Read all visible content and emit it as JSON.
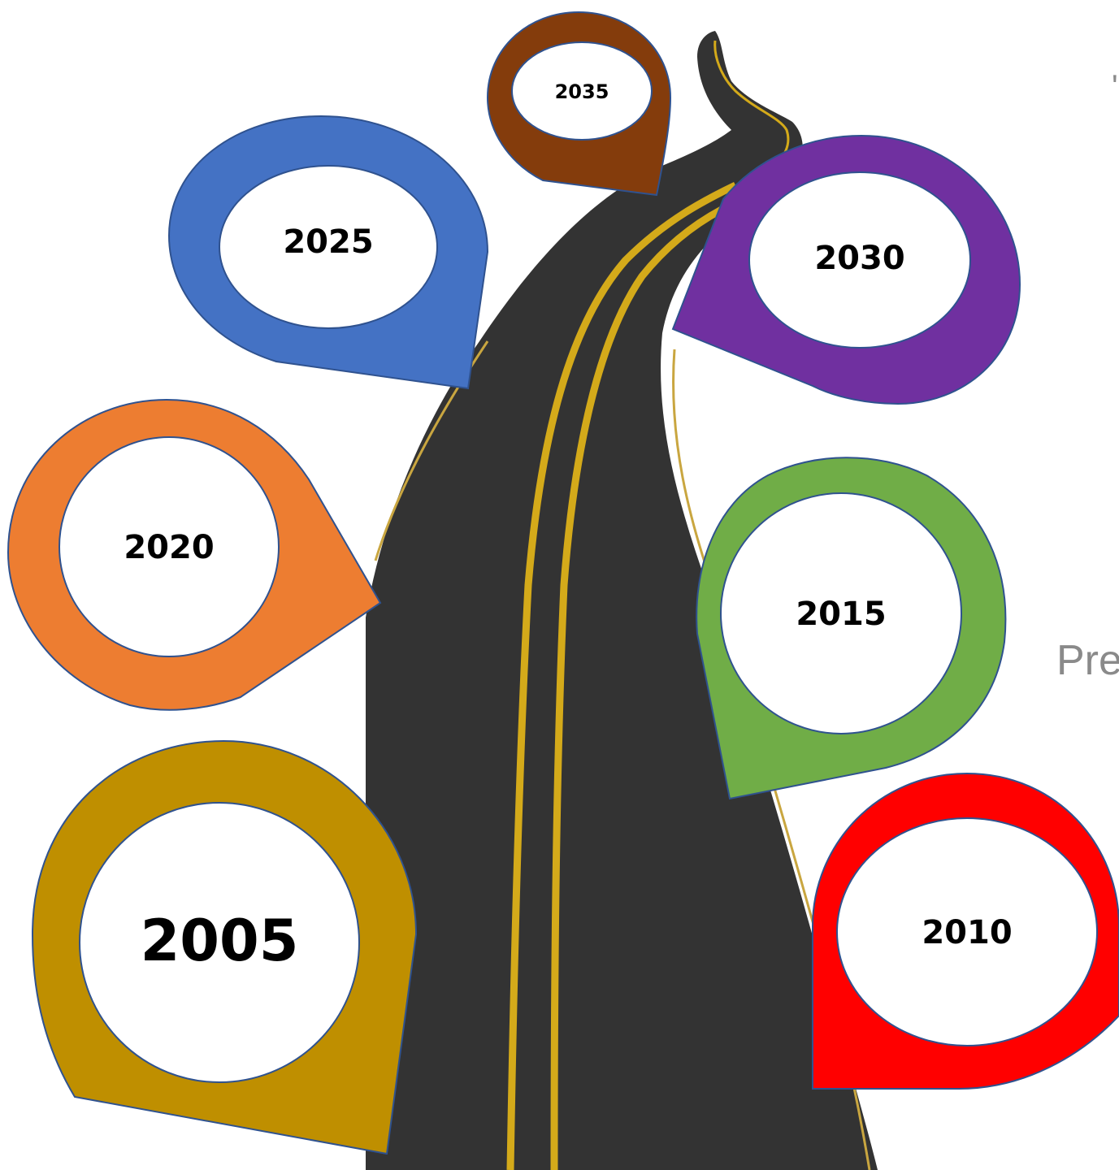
{
  "milestones": [
    {
      "id": "2005",
      "label": "2005",
      "color": "#BF8F00"
    },
    {
      "id": "2010",
      "label": "2010",
      "color": "#FF0000"
    },
    {
      "id": "2015",
      "label": "2015",
      "color": "#70AD47"
    },
    {
      "id": "2020",
      "label": "2020",
      "color": "#ED7D31"
    },
    {
      "id": "2025",
      "label": "2025",
      "color": "#4472C4"
    },
    {
      "id": "2030",
      "label": "2030",
      "color": "#7030A0"
    },
    {
      "id": "2035",
      "label": "2035",
      "color": "#843C0C"
    }
  ],
  "edge_text": "Pre",
  "road": {
    "asphalt_color": "#333333",
    "line_color": "#D4AA1A"
  }
}
